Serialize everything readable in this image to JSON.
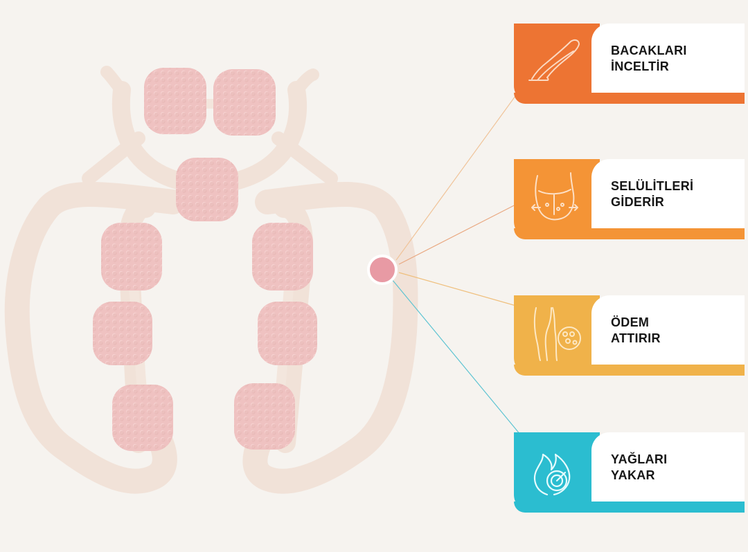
{
  "colors": {
    "background": "#f6f3ef",
    "roller_pink": "#efc4c3",
    "frame_cream": "#f1e2d8",
    "hotspot": "#e89aa4",
    "card_orange_dark": "#ed7433",
    "card_orange": "#f49436",
    "card_yellow": "#f0b24a",
    "card_teal": "#2bbdd0"
  },
  "benefits": [
    {
      "label": "BACAKLARI\nİNCELTİR",
      "icon": "legs-icon",
      "color": "#ed7433"
    },
    {
      "label": "SELÜLİTLERİ\nGİDERİR",
      "icon": "hips-cellulite-icon",
      "color": "#f49436"
    },
    {
      "label": "ÖDEM\nATTIRIR",
      "icon": "legs-edema-icon",
      "color": "#f0b24a"
    },
    {
      "label": "YAĞLARI\nYAKAR",
      "icon": "flame-fat-icon",
      "color": "#2bbdd0"
    }
  ]
}
